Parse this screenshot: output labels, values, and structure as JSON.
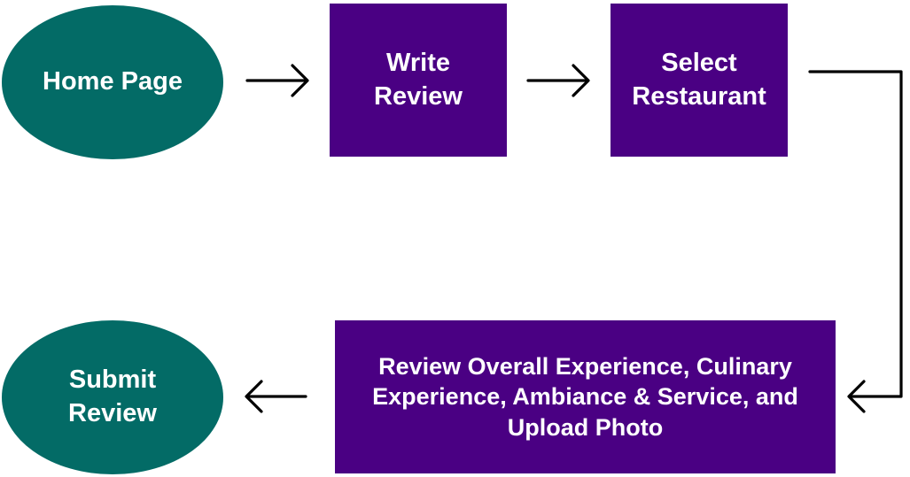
{
  "colors": {
    "ellipse_fill": "#036b66",
    "rect_fill": "#4a0083",
    "text": "#ffffff",
    "connector": "#000000"
  },
  "nodes": {
    "home_page": {
      "label": "Home Page",
      "shape": "ellipse"
    },
    "write_review": {
      "label": "Write Review",
      "shape": "rectangle"
    },
    "select_restaurant": {
      "label": "Select Restaurant",
      "shape": "rectangle"
    },
    "review_details": {
      "label": "Review Overall Experience, Culinary Experience, Ambiance & Service, and Upload Photo",
      "shape": "rectangle"
    },
    "submit_review": {
      "label": "Submit Review",
      "shape": "ellipse"
    }
  },
  "edges": [
    {
      "from": "home_page",
      "to": "write_review"
    },
    {
      "from": "write_review",
      "to": "select_restaurant"
    },
    {
      "from": "select_restaurant",
      "to": "review_details"
    },
    {
      "from": "review_details",
      "to": "submit_review"
    }
  ]
}
